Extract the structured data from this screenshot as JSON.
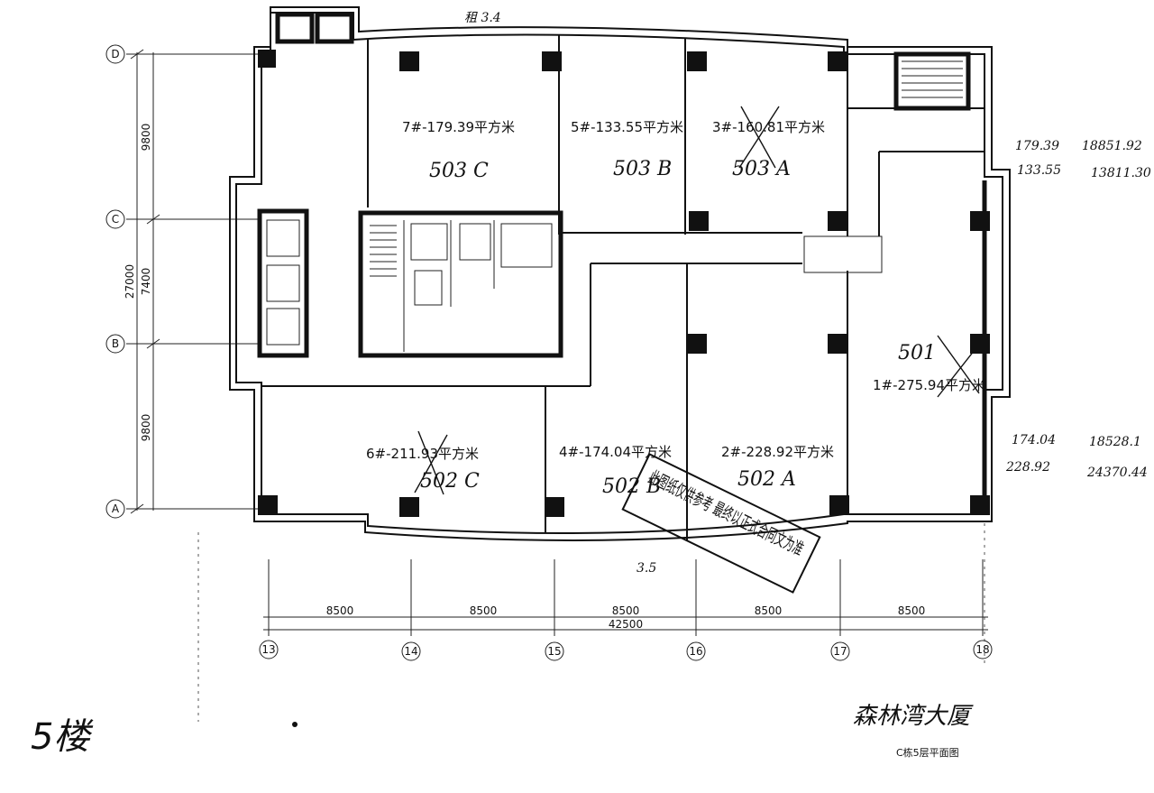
{
  "handwritten_top": "租 3.4",
  "handwritten_bottom_gap": "3.5",
  "axes_rows": [
    "D",
    "C",
    "B",
    "A"
  ],
  "axes_cols": [
    "13",
    "14",
    "15",
    "16",
    "17",
    "18"
  ],
  "vertical_dims": {
    "total": "27000",
    "upper": "9800",
    "middle": "7400",
    "lower": "9800"
  },
  "horizontal_dims": {
    "seg1": "8500",
    "seg2": "8500",
    "seg3": "8500",
    "seg4": "8500",
    "seg5": "8500",
    "total": "42500"
  },
  "units": [
    {
      "id": "7",
      "label": "7#-179.39平方米",
      "handwritten": "503 C"
    },
    {
      "id": "5",
      "label": "5#-133.55平方米",
      "handwritten": "503 B"
    },
    {
      "id": "3",
      "label": "3#-160.81平方米",
      "handwritten": "503 A"
    },
    {
      "id": "1",
      "label": "1#-275.94平方米",
      "handwritten": "501"
    },
    {
      "id": "6",
      "label": "6#-211.93平方米",
      "handwritten": "502 C"
    },
    {
      "id": "4",
      "label": "4#-174.04平方米",
      "handwritten": "502 B"
    },
    {
      "id": "2",
      "label": "2#-228.92平方米",
      "handwritten": "502 A"
    }
  ],
  "side_notes": [
    {
      "a": "179.39",
      "b": "18851.92"
    },
    {
      "a": "133.55",
      "b": "13811.30"
    },
    {
      "a": "174.04",
      "b": "18528.1"
    },
    {
      "a": "228.92",
      "b": "24370.44"
    }
  ],
  "stamp_text": "此图纸仅供参考 最终以正式合同文为准",
  "floor_note": "5楼",
  "signature": "森林湾大厦",
  "drawing_title": "C栋5层平面图"
}
